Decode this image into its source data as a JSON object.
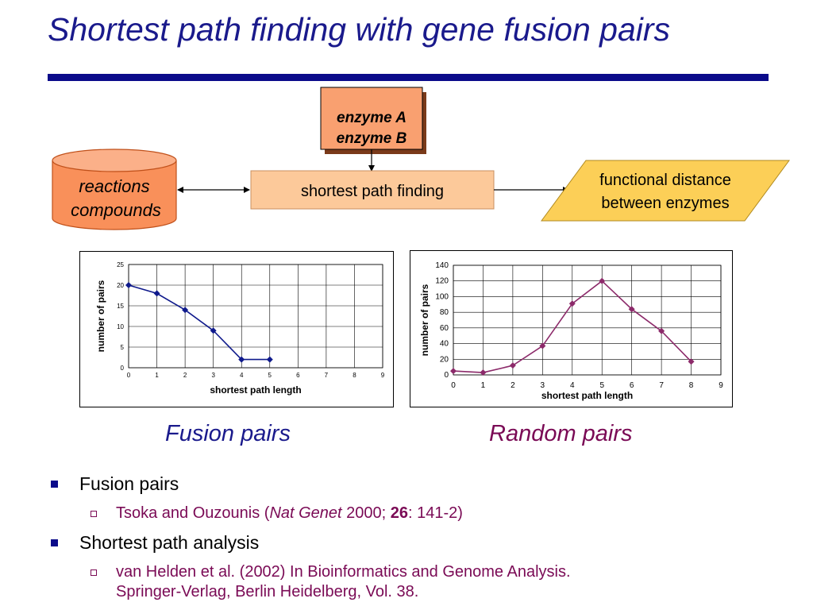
{
  "title": "Shortest path finding with gene fusion pairs",
  "colors": {
    "title": "#1a1a8c",
    "rule": "#0b0b8a",
    "enzyme_box": "#f9a070",
    "process_box": "#fcc99a",
    "output_box": "#fccf57",
    "fusion_series": "#0f1a8c",
    "random_series": "#8c2a6a",
    "citation": "#7a0a55"
  },
  "diagram": {
    "enzyme_a": "enzyme A",
    "enzyme_b": "enzyme B",
    "db_line1": "reactions",
    "db_line2": "compounds",
    "process": "shortest path finding",
    "output_line1": "functional distance",
    "output_line2": "between enzymes"
  },
  "chart_data": [
    {
      "type": "line",
      "x": [
        0,
        1,
        2,
        3,
        4,
        5
      ],
      "y": [
        20,
        18,
        14,
        9,
        2,
        2
      ],
      "xlabel": "shortest path length",
      "ylabel": "number of pairs",
      "xlim": [
        0,
        9
      ],
      "ylim": [
        0,
        25
      ],
      "xticks": [
        "0",
        "1",
        "2",
        "3",
        "4",
        "5",
        "6",
        "7",
        "8",
        "9"
      ],
      "yticks": [
        "0",
        "5",
        "10",
        "15",
        "20",
        "25"
      ],
      "grid": true,
      "marker": "diamond",
      "color": "#0f1a8c"
    },
    {
      "type": "line",
      "x": [
        0,
        1,
        2,
        3,
        4,
        5,
        6,
        7,
        8
      ],
      "y": [
        5,
        3,
        12,
        37,
        91,
        120,
        84,
        56,
        17
      ],
      "xlabel": "shortest path length",
      "ylabel": "number of pairs",
      "xlim": [
        0,
        9
      ],
      "ylim": [
        0,
        140
      ],
      "xticks": [
        "0",
        "1",
        "2",
        "3",
        "4",
        "5",
        "6",
        "7",
        "8",
        "9"
      ],
      "yticks": [
        "0",
        "20",
        "40",
        "60",
        "80",
        "100",
        "120",
        "140"
      ],
      "grid": true,
      "marker": "diamond",
      "color": "#8c2a6a"
    }
  ],
  "captions": {
    "fusion": "Fusion pairs",
    "random": "Random pairs",
    "fusion_color": "#1a1a8c",
    "random_color": "#7a0a55"
  },
  "bullets": {
    "b1": "Fusion pairs",
    "b1_sub_pre": "Tsoka and Ouzounis (",
    "b1_sub_journal": "Nat Genet",
    "b1_sub_year": " 2000; ",
    "b1_sub_vol": "26",
    "b1_sub_pages": ": 141-2)",
    "b2": "Shortest path analysis",
    "b2_sub_line1": "van Helden et al. (2002) In Bioinformatics and Genome Analysis.",
    "b2_sub_line2": "Springer-Verlag, Berlin Heidelberg, Vol. 38."
  }
}
